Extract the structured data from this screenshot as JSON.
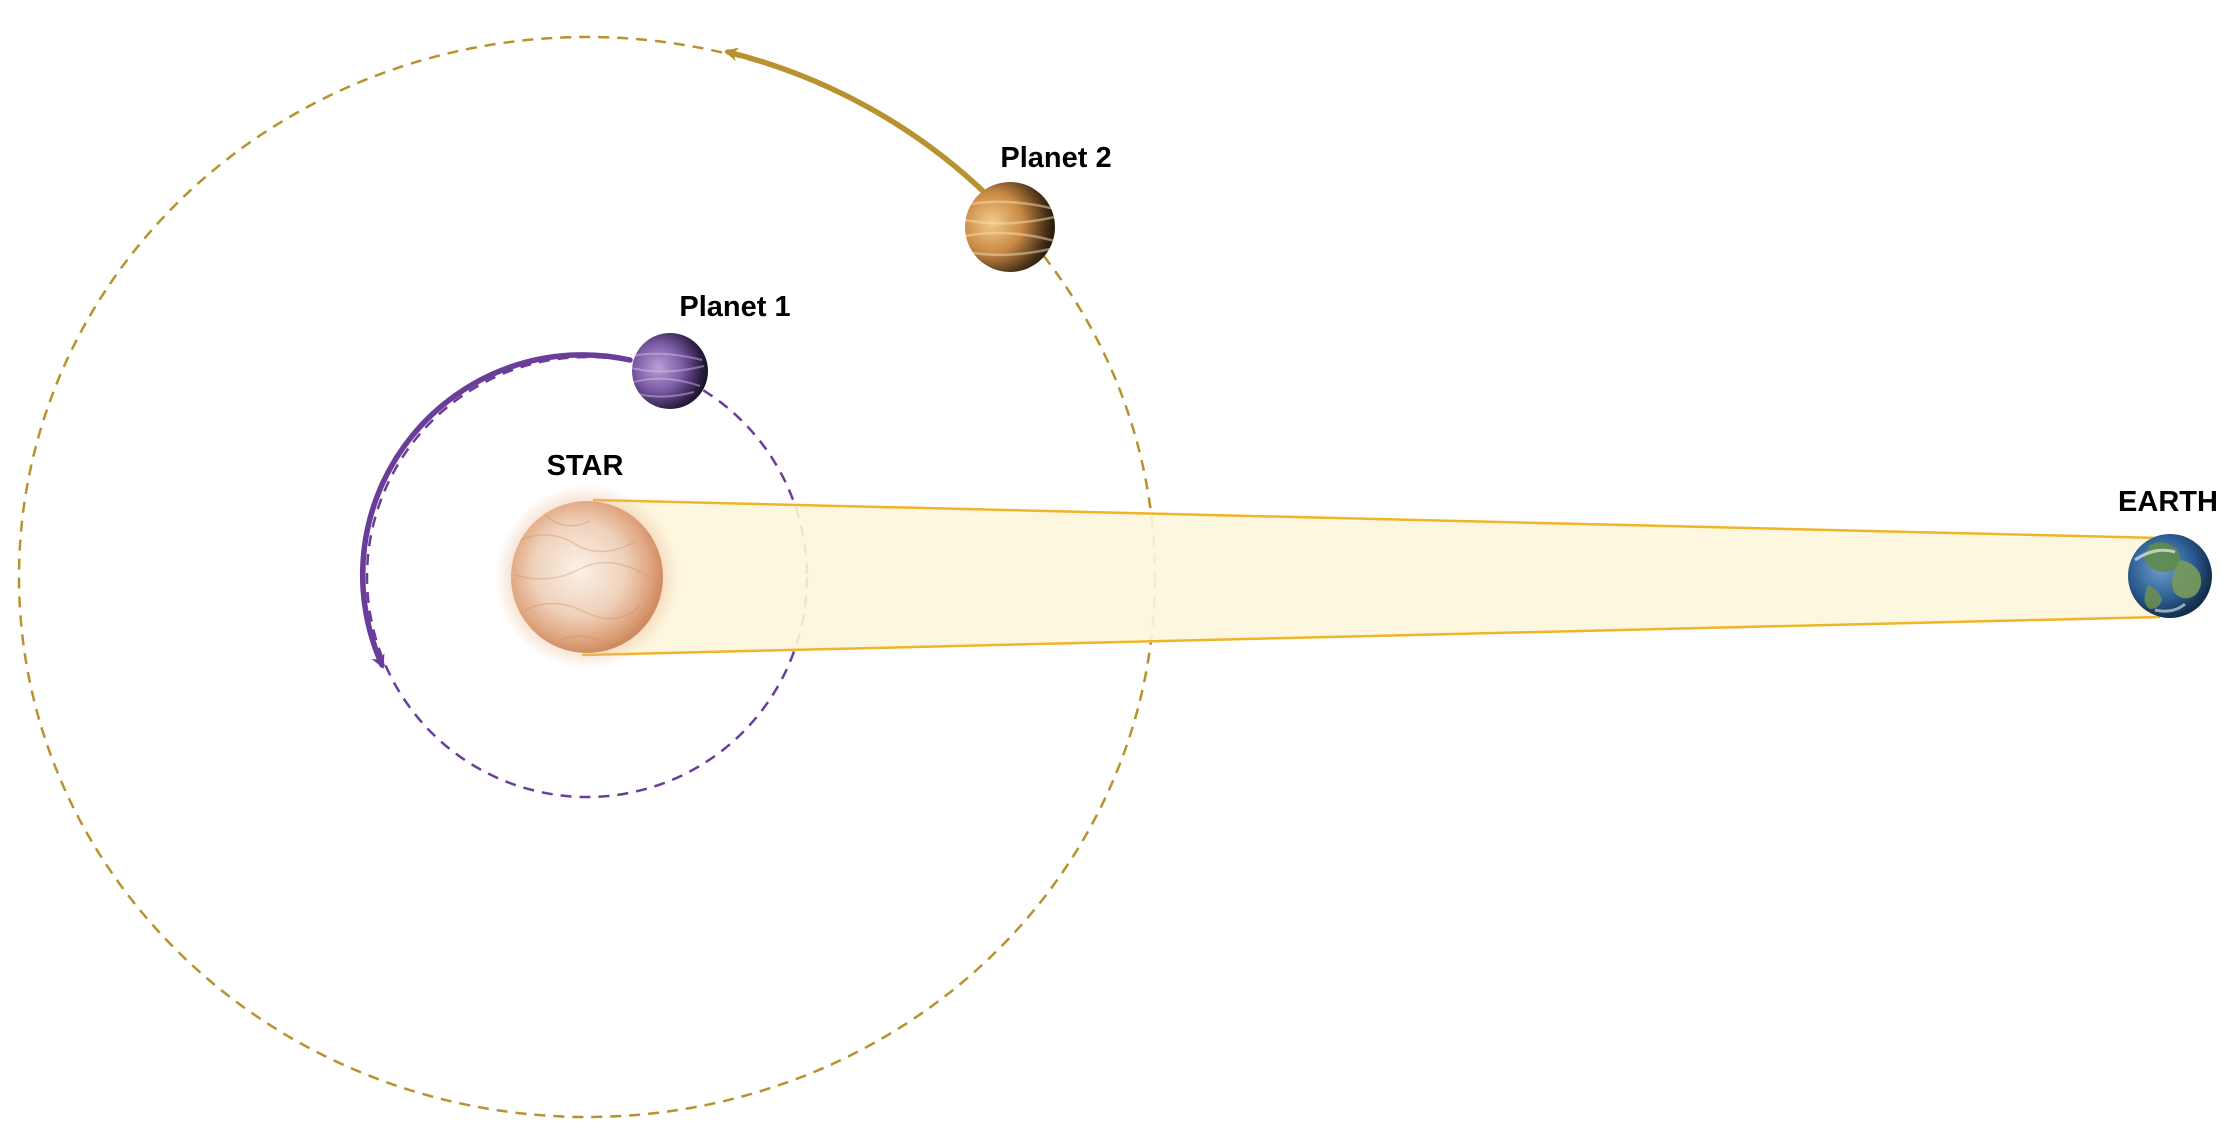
{
  "labels": {
    "star": "STAR",
    "planet1": "Planet 1",
    "planet2": "Planet 2",
    "earth": "EARTH"
  },
  "colors": {
    "background": "#ffffff",
    "planet1_orbit": "#6a3d9a",
    "planet2_orbit": "#b8922e",
    "light_beam_edge": "#f0b429",
    "light_beam_fill": "#fdf6dc",
    "star_surface": "#e2b594",
    "label_text": "#000000"
  },
  "icons": {
    "star": "star-sun-icon",
    "planet1": "purple-gas-giant-icon",
    "planet2": "banded-gas-giant-icon",
    "earth": "earth-globe-icon"
  }
}
